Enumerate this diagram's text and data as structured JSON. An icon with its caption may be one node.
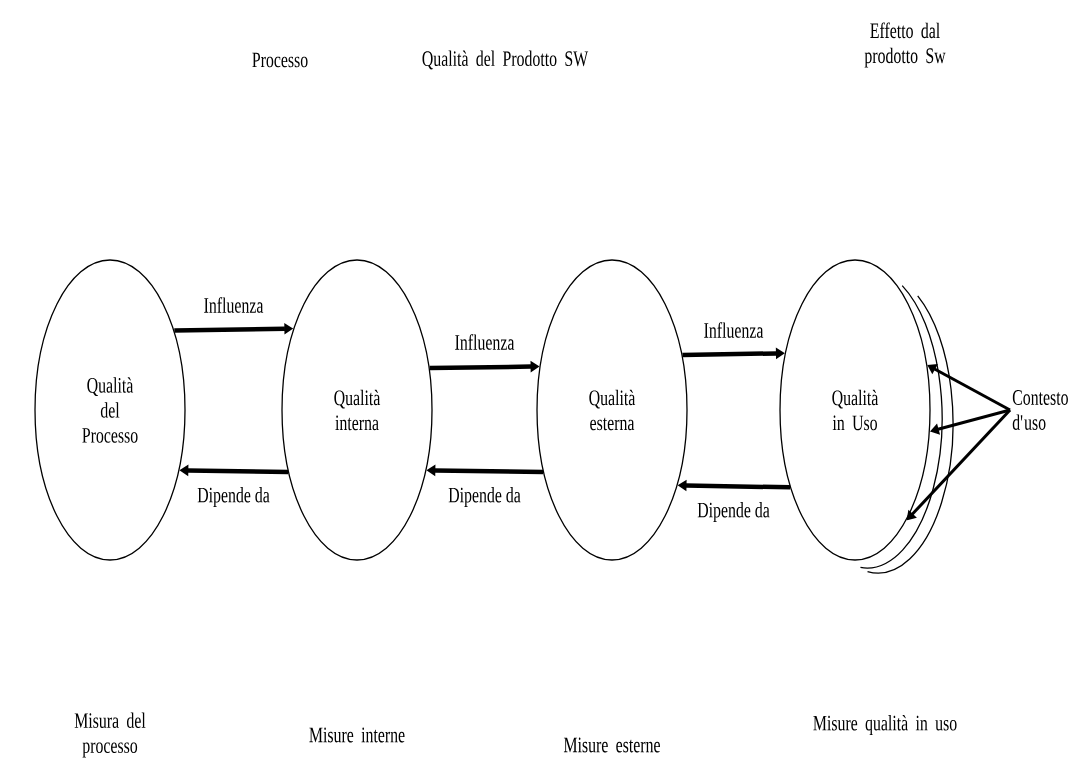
{
  "diagram": {
    "nodes": [
      {
        "text": [
          "Qualità del Processo"
        ]
      },
      {
        "text": [
          "Qualità interna"
        ]
      },
      {
        "text": [
          "Qualità esterna"
        ]
      },
      {
        "text": [
          "Qualità in Uso"
        ]
      },
      {
        "text": [
          "Contesto d'uso"
        ]
      }
    ],
    "edges": [
      {
        "from": 0,
        "to": 1,
        "arrow": "to",
        "label": "Influenza"
      },
      {
        "from": 1,
        "to": 0,
        "arrow": "to",
        "label": "Dipende da"
      },
      {
        "from": 1,
        "to": 2,
        "arrow": "to",
        "label": "Influenza"
      },
      {
        "from": 2,
        "to": 1,
        "arrow": "to",
        "label": "Dipende da"
      },
      {
        "from": 2,
        "to": 3,
        "arrow": "to",
        "label": "Influenza"
      },
      {
        "from": 3,
        "to": 2,
        "arrow": "to",
        "label": "Dipende da"
      },
      {
        "from": 4,
        "to": 3,
        "arrow": "to"
      },
      {
        "from": 4,
        "to": 3,
        "arrow": "to"
      },
      {
        "from": 4,
        "to": 3,
        "arrow": "to"
      }
    ],
    "labels": [
      "Processo",
      "Qualità del Prodotto SW",
      "Effetto dal prodotto Sw",
      "Misura del processo",
      "Misure interne",
      "Misure esterne",
      "Misure qualità in uso"
    ]
  }
}
